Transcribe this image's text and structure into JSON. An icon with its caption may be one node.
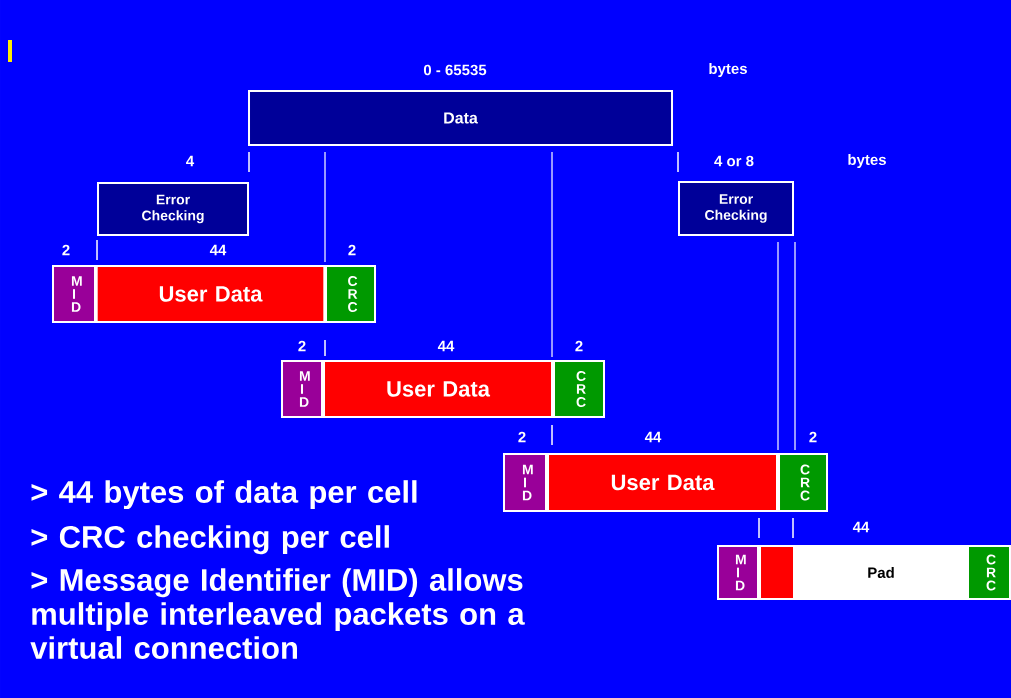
{
  "diagram": {
    "nodes": [
      {
        "text": [
          "Data"
        ]
      },
      {
        "text": [
          "Error Checking"
        ]
      },
      {
        "text": [
          "Error Checking"
        ]
      },
      {
        "text": [
          "M I D"
        ]
      },
      {
        "text": [
          "User Data"
        ]
      },
      {
        "text": [
          "C R C"
        ]
      },
      {
        "text": [
          "M I D"
        ]
      },
      {
        "text": [
          "User Data"
        ]
      },
      {
        "text": [
          "C R C"
        ]
      },
      {
        "text": [
          "M I D"
        ]
      },
      {
        "text": [
          "User Data"
        ]
      },
      {
        "text": [
          "C R C"
        ]
      },
      {
        "text": [
          "M I D"
        ]
      },
      {
        "text": [],
        "shape": "box"
      },
      {
        "text": [
          "Pad"
        ]
      },
      {
        "text": [
          "C R C"
        ]
      }
    ],
    "labels": [
      "0 - 65535",
      "bytes",
      "4",
      "4 or 8",
      "bytes",
      "2",
      "44",
      "2",
      "2",
      "44",
      "2",
      "2",
      "44",
      "2",
      "44",
      "> 44 bytes of data per cell",
      "> CRC checking per cell",
      "> Message Identifier (MID) allows multiple interleaved packets on a virtual connection"
    ]
  }
}
